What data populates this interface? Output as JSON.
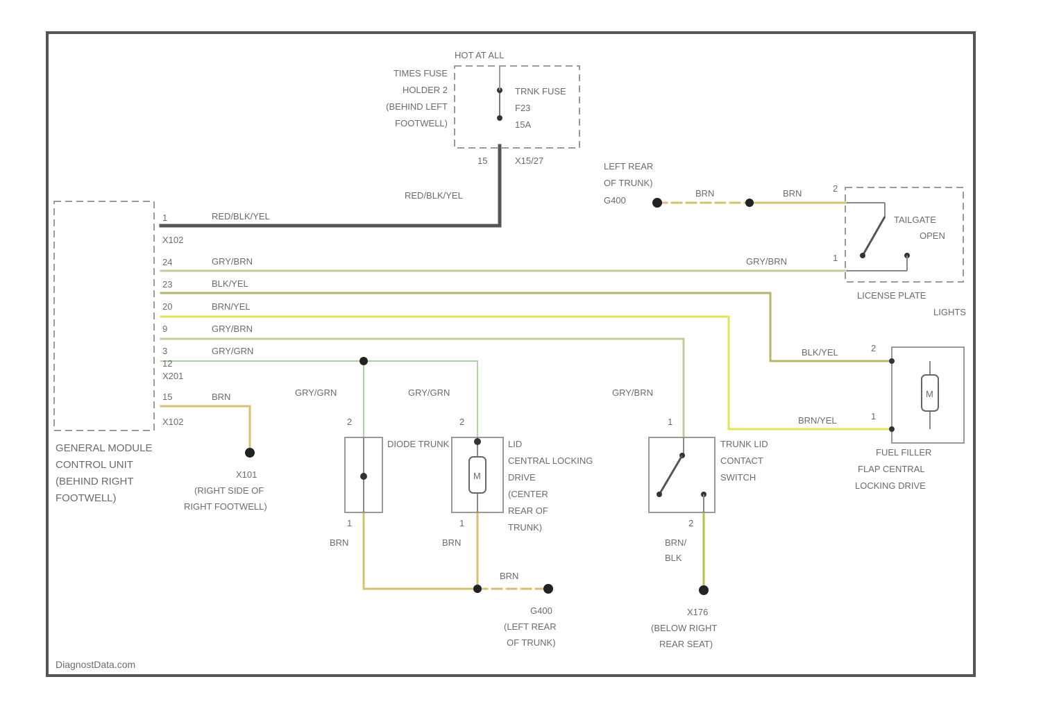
{
  "colors": {
    "frame": "#555555",
    "red_blk_yel": "#555555",
    "gry_brn": "#c8c8a0",
    "blk_yel": "#b6b66a",
    "brn_yel": "#e3e35a",
    "gry_grn": "#a9d49a",
    "brn": "#d7c070",
    "brn_blk": "#b6bf4a",
    "text": "#6b6b6b",
    "dashed_box": "#9a9a9a"
  },
  "fuse": {
    "hot_label": "HOT AT ALL",
    "holder_lines": [
      "TIMES FUSE",
      "HOLDER 2",
      "(BEHIND LEFT",
      "FOOTWELL)"
    ],
    "fuse_lines": [
      "TRNK FUSE",
      "F23",
      "15A"
    ],
    "pin_left": "15",
    "pin_right": "X15/27"
  },
  "wires": {
    "red_blk_yel_1": "RED/BLK/YEL",
    "red_blk_yel_2": "RED/BLK/YEL",
    "gry_brn_1": "GRY/BRN",
    "gry_brn_right": "GRY/BRN",
    "blk_yel": "BLK/YEL",
    "brn_yel": "BRN/YEL",
    "gry_brn_2": "GRY/BRN",
    "gry_grn": "GRY/GRN",
    "brn_gm": "BRN",
    "gry_grn_diode": "GRY/GRN",
    "gry_grn_lid": "GRY/GRN",
    "gry_brn_switch": "GRY/BRN",
    "blk_yel_fuel": "BLK/YEL",
    "brn_yel_fuel": "BRN/YEL",
    "brn_diode": "BRN",
    "brn_lid": "BRN",
    "brn_bottom": "BRN",
    "brn_blk_1": "BRN/",
    "brn_blk_2": "BLK",
    "brn_tr_1": "BRN",
    "brn_tr_2": "BRN"
  },
  "gm": {
    "pins": [
      "1",
      "X102",
      "24",
      "23",
      "20",
      "9",
      "3",
      "12",
      "X201",
      "15",
      "X102"
    ],
    "label_lines": [
      "GENERAL MODULE",
      "CONTROL UNIT",
      "(BEHIND RIGHT",
      "FOOTWELL)"
    ]
  },
  "ground_g101": {
    "label_lines": [
      "X101",
      "(RIGHT SIDE OF",
      "RIGHT FOOTWELL)"
    ]
  },
  "ground_g400_top": {
    "label_lines": [
      "LEFT REAR",
      "OF TRUNK)",
      "G400"
    ]
  },
  "license": {
    "pin_top": "2",
    "pin_bottom": "1",
    "switch_lines": [
      "TAILGATE",
      "OPEN"
    ],
    "label_lines": [
      "LICENSE PLATE",
      "LIGHTS"
    ]
  },
  "fuel": {
    "pin_top": "2",
    "pin_bottom": "1",
    "motor": "M",
    "label_lines": [
      "FUEL FILLER",
      "FLAP CENTRAL",
      "LOCKING DRIVE"
    ]
  },
  "diode": {
    "pin_top": "2",
    "pin_bottom": "1",
    "label": "DIODE TRUNK"
  },
  "lid": {
    "pin_top": "2",
    "pin_bottom": "1",
    "motor": "M",
    "label_lines": [
      "LID",
      "CENTRAL LOCKING",
      "DRIVE",
      "(CENTER",
      "REAR OF",
      "TRUNK)"
    ]
  },
  "trunk_switch": {
    "pin_top": "1",
    "pin_bottom": "2",
    "label_lines": [
      "TRUNK LID",
      "CONTACT",
      "SWITCH"
    ]
  },
  "ground_g400_bottom": {
    "label_lines": [
      "G400",
      "(LEFT REAR",
      "OF TRUNK)"
    ]
  },
  "ground_g176": {
    "label_lines": [
      "X176",
      "(BELOW RIGHT",
      "REAR SEAT)"
    ]
  },
  "watermark": "DiagnostData.com"
}
